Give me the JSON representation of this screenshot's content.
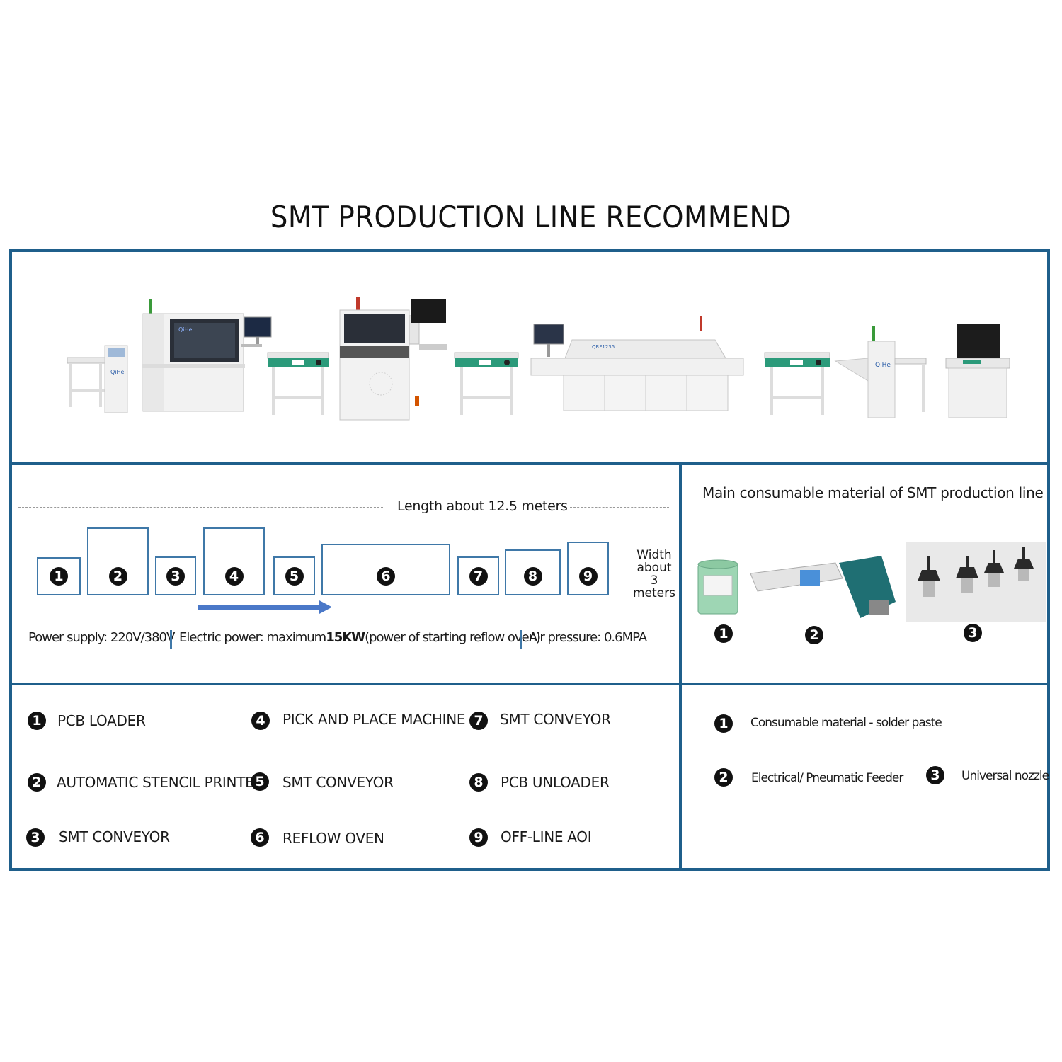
{
  "title": "SMT PRODUCTION LINE RECOMMEND",
  "layout": {
    "length_label": "Length about 12.5 meters",
    "width_label": [
      "Width",
      "about",
      "3 meters"
    ],
    "stations": [
      "1",
      "2",
      "3",
      "4",
      "5",
      "6",
      "7",
      "8",
      "9"
    ]
  },
  "specs": {
    "power_supply": "Power supply: 220V/380V",
    "electric_power_prefix": "Electric power: maximum",
    "electric_power_value": "15KW",
    "electric_power_suffix": "(power of starting reflow oven)",
    "air_pressure": "Air pressure: 0.6MPA"
  },
  "consumables": {
    "heading": "Main consumable material of SMT production line",
    "items": [
      {
        "num": "1",
        "label": "Consumable material - solder paste"
      },
      {
        "num": "2",
        "label": "Electrical/ Pneumatic Feeder"
      },
      {
        "num": "3",
        "label": "Universal nozzle"
      }
    ]
  },
  "legend": [
    {
      "num": "1",
      "label": "PCB LOADER"
    },
    {
      "num": "2",
      "label": "AUTOMATIC STENCIL PRINTER"
    },
    {
      "num": "3",
      "label": "SMT CONVEYOR"
    },
    {
      "num": "4",
      "label": "PICK AND PLACE MACHINE"
    },
    {
      "num": "5",
      "label": "SMT CONVEYOR"
    },
    {
      "num": "6",
      "label": "REFLOW OVEN"
    },
    {
      "num": "7",
      "label": "SMT CONVEYOR"
    },
    {
      "num": "8",
      "label": "PCB UNLOADER"
    },
    {
      "num": "9",
      "label": "OFF-LINE AOI"
    }
  ],
  "machine_brand": "QiHe",
  "oven_model": "QRF1235",
  "colors": {
    "frame": "#1f5f8b",
    "arrow": "#4a78c8",
    "accent": "#2b9a7a"
  }
}
